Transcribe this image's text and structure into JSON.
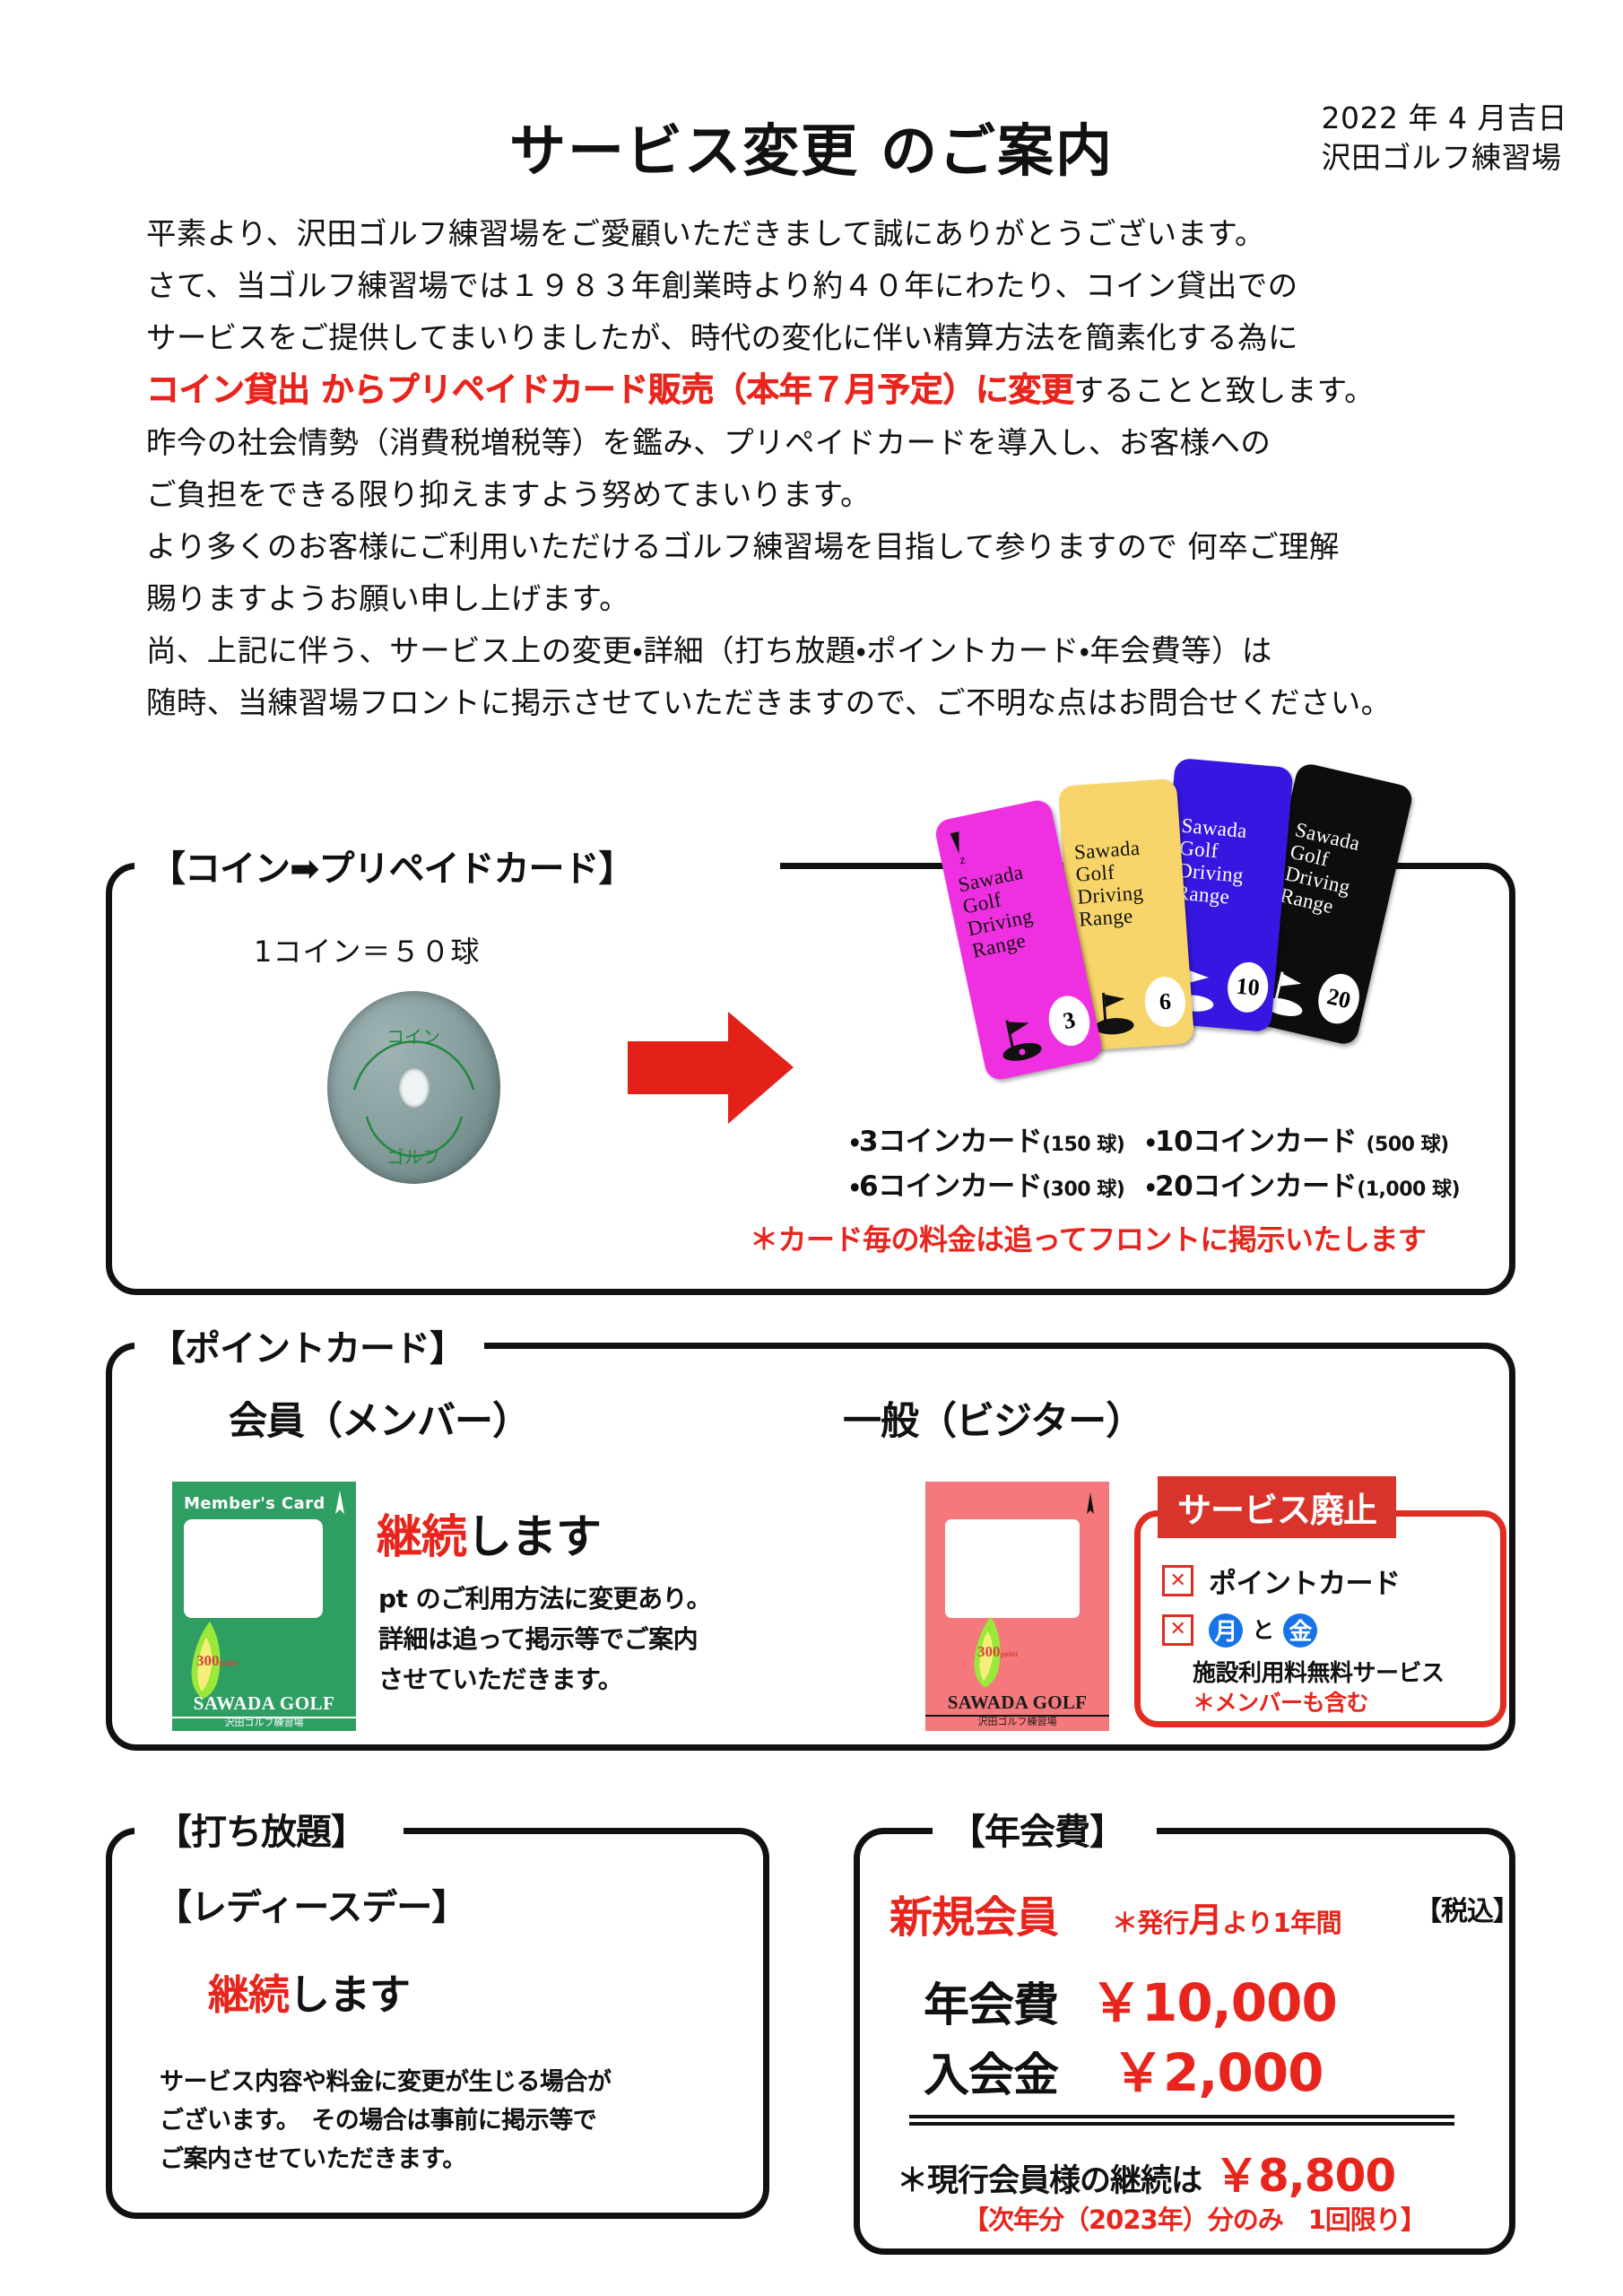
{
  "header": {
    "title": "サービス変更 のご案内",
    "date": "2022 年 4 月吉日",
    "company": "沢田ゴルフ練習場"
  },
  "body": {
    "lines": [
      "平素より、沢田ゴルフ練習場をご愛顧いただきまして誠にありがとうございます。",
      "さて、当ゴルフ練習場では１９８３年創業時より約４０年にわたり、コイン貸出での",
      "サービスをご提供してまいりましたが、時代の変化に伴い精算方法を簡素化する為に"
    ],
    "highlight": "コイン貸出 からプリペイドカード販売（本年７月予定）に変更",
    "highlight_tail": "することと致します。",
    "lines2": [
      "昨今の社会情勢（消費税増税等）を鑑み、プリペイドカードを導入し、お客様への",
      "ご負担をできる限り抑えますよう努めてまいります。",
      "より多くのお客様にご利用いただけるゴルフ練習場を目指して参りますので  何卒ご理解",
      "賜りますようお願い申し上げます。",
      "尚、上記に伴う、サービス上の変更・詳細（打ち放題・ポイントカード・年会費等）は",
      "随時、当練習場フロントに掲示させていただきますので、ご不明な点はお問合せください。"
    ]
  },
  "section_coin": {
    "title": "【コイン➡プリペイドカード】",
    "coin_label": "1コイン＝５０球",
    "coin_face_text": "コインゴルフ",
    "cards": [
      {
        "value": "3",
        "brand": "Sawada Golf Driving Range",
        "color": "#ef30e0",
        "text_color": "#111111"
      },
      {
        "value": "6",
        "brand": "Sawada Golf Driving Range",
        "color": "#f8d56a",
        "text_color": "#111111"
      },
      {
        "value": "10",
        "brand": "Sawada Golf Driving Range",
        "color": "#3617e2",
        "text_color": "#ffffff"
      },
      {
        "value": "20",
        "brand": "Sawada Golf Driving Range",
        "color": "#0d0d0d",
        "text_color": "#ffffff"
      }
    ],
    "list": [
      {
        "left_num": "3",
        "left_label": "コインカード",
        "left_balls": "(150 球)",
        "right_num": "10",
        "right_label": "コインカード",
        "right_balls": "(500 球)"
      },
      {
        "left_num": "6",
        "left_label": "コインカード",
        "left_balls": "(300 球)",
        "right_num": "20",
        "right_label": "コインカード",
        "right_balls": "(1,000 球)"
      }
    ],
    "note": "＊カード毎の料金は追ってフロントに掲示いたします"
  },
  "section_point": {
    "title": "【ポイントカード】",
    "member": {
      "heading": "会員（メンバー）",
      "card_title": "Member's Card",
      "card_points": "300",
      "card_points_unit": "point",
      "card_brand": "SAWADA GOLF",
      "card_brand_jp": "沢田ゴルフ練習場",
      "status_red": "継続",
      "status_black": "します",
      "desc": [
        "pt のご利用方法に変更あり。",
        "詳細は追って掲示等でご案内",
        "させていただきます。"
      ]
    },
    "visitor": {
      "heading": "一般（ビジター）",
      "card_points": "300",
      "card_points_unit": "point",
      "card_brand": "SAWADA GOLF",
      "card_brand_jp": "沢田ゴルフ練習場",
      "banner": "サービス廃止",
      "items": [
        {
          "mark": "✕",
          "label": "ポイントカード"
        }
      ],
      "day_item_mark": "✕",
      "day1": "月",
      "day_conj": "と",
      "day2": "金",
      "day_sub": "施設利用料無料サービス",
      "day_note": "＊メンバーも含む"
    }
  },
  "section_unlimited": {
    "title1": "【打ち放題】",
    "title2": "【レディースデー】",
    "status_red": "継続",
    "status_black": "します",
    "desc": [
      "サービス内容や料金に変更が生じる場合が",
      "ございます。　その場合は事前に掲示等で",
      "ご案内させていただきます。"
    ]
  },
  "section_fee": {
    "title": "【年会費】",
    "new_member": "新規会員",
    "new_member_note_pre": "＊発行",
    "new_member_note_big": "月",
    "new_member_note_post": "より1年間",
    "tax_note": "【税込】",
    "rows": [
      {
        "label": "年会費",
        "amount": "￥10,000"
      },
      {
        "label": "入会金",
        "amount": "￥2,000"
      }
    ],
    "continue_label": "＊現行会員様の継続は",
    "continue_amount": "￥8,800",
    "continue_note": "【次年分（2023年）分のみ　1回限り】"
  },
  "colors": {
    "red": "#e8251d",
    "banner_red": "#d8342b",
    "blue": "#1673e8",
    "member_green": "#2e9e62",
    "visitor_pink": "#f4787c"
  }
}
